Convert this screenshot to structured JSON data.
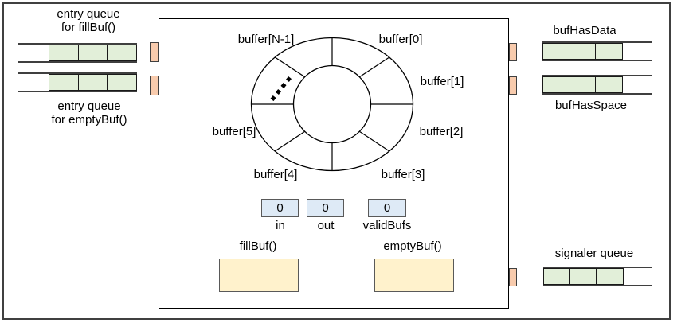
{
  "colors": {
    "queue_cell_green": "#E2EFD9",
    "gate_orange": "#F8CBAD",
    "counter_blue": "#DEEAF6",
    "method_yellow": "#FFF2CC",
    "line_dark": "#404040"
  },
  "entry_queues": [
    {
      "label_lines": [
        "entry queue",
        "for fillBuf()"
      ],
      "cells": 3
    },
    {
      "label_lines": [
        "entry queue",
        "for emptyBuf()"
      ],
      "cells": 3
    }
  ],
  "condition_queues": [
    {
      "label": "bufHasData",
      "cells": 3
    },
    {
      "label": "bufHasSpace",
      "cells": 3
    },
    {
      "label": "signaler queue",
      "cells": 3
    }
  ],
  "ring": {
    "labels": [
      "buffer[N-1]",
      "buffer[0]",
      "buffer[1]",
      "buffer[2]",
      "buffer[3]",
      "buffer[4]",
      "buffer[5]"
    ],
    "ellipsis_dots": 4
  },
  "counters": [
    {
      "label": "in",
      "value": "0"
    },
    {
      "label": "out",
      "value": "0"
    },
    {
      "label": "validBufs",
      "value": "0"
    }
  ],
  "methods": [
    {
      "label": "fillBuf()"
    },
    {
      "label": "emptyBuf()"
    }
  ]
}
